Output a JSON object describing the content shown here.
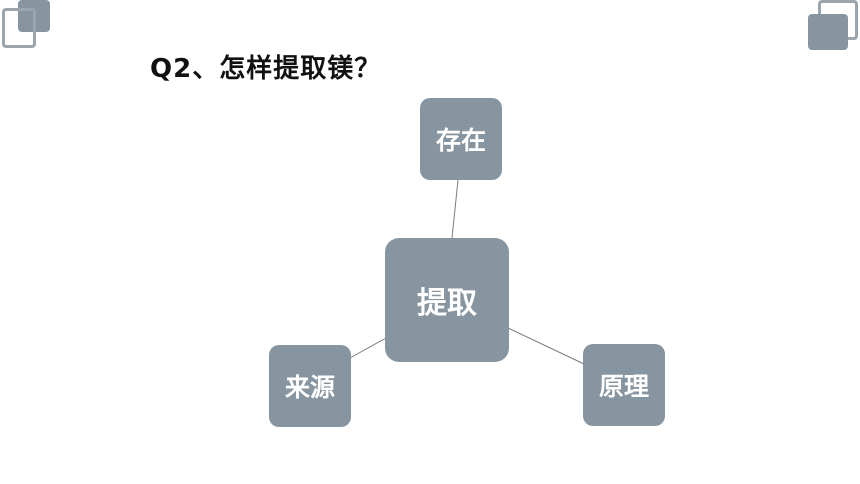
{
  "title": "Q2、怎样提取镁？",
  "theme": {
    "node_color": "#8795a0",
    "node_text_color": "#ffffff",
    "link_color": "#7a7a7a",
    "corner_dark": "#8795a0",
    "corner_outline": "#9aa5ad"
  },
  "diagram": {
    "center": {
      "label": "提取"
    },
    "branches": [
      {
        "label": "存在"
      },
      {
        "label": "来源"
      },
      {
        "label": "原理"
      }
    ]
  }
}
